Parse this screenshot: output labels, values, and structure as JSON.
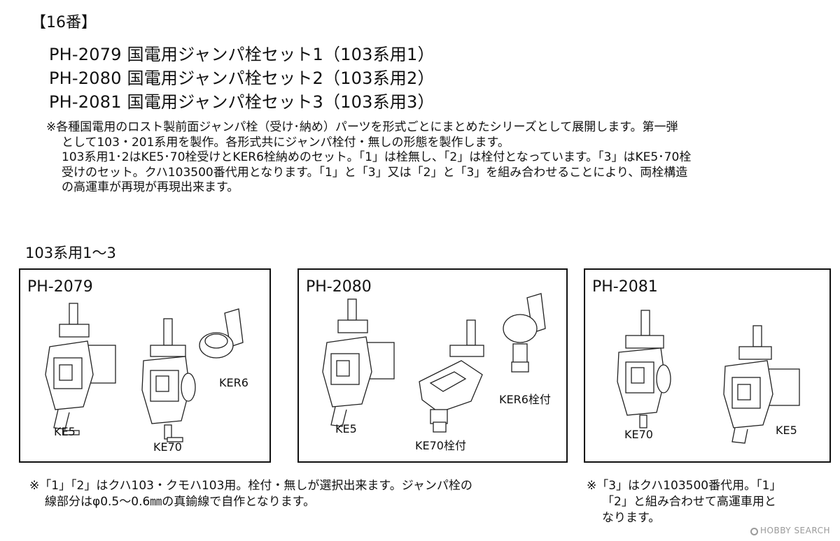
{
  "header": {
    "gauge": "【16番】"
  },
  "products": [
    {
      "code": "PH-2079",
      "name": "国電用ジャンパ栓セット1（103系用1）"
    },
    {
      "code": "PH-2080",
      "name": "国電用ジャンパ栓セット2（103系用2）"
    },
    {
      "code": "PH-2081",
      "name": "国電用ジャンパ栓セット3（103系用3）"
    }
  ],
  "notes": [
    "※各種国電用のロスト製前面ジャンパ栓（受け･納め）パーツを形式ごとにまとめたシリーズとして展開します。第一弾",
    "として103・201系用を製作。各形式共にジャンパ栓付・無しの形態を製作します。",
    "103系用1･2はKE5･70栓受けとKER6栓納めのセット。「1」は栓無し、「2」は栓付となっています。「3」はKE5･70栓",
    "受けのセット。クハ103500番代用となります。「1」と「3」又は「2」と「3」を組み合わせることにより、両栓構造",
    "の高運車が再現が再現出来ます。"
  ],
  "section_title": "103系用1〜3",
  "panels": [
    {
      "title": "PH-2079",
      "labels": [
        "KE5",
        "KE70",
        "KER6"
      ]
    },
    {
      "title": "PH-2080",
      "labels": [
        "KE5",
        "KE70栓付",
        "KER6栓付"
      ]
    },
    {
      "title": "PH-2081",
      "labels": [
        "KE70",
        "KE5"
      ]
    }
  ],
  "footnote_left": [
    "※「1」「2」はクハ103・クモハ103用。栓付・無しが選択出来ます。ジャンパ栓の",
    "線部分はφ0.5〜0.6㎜の真鍮線で自作となります。"
  ],
  "footnote_right": [
    "※「3」はクハ103500番代用。「1」",
    "「2」と組み合わせて高運車用と",
    "なります。"
  ],
  "watermark": "HOBBY SEARCH"
}
